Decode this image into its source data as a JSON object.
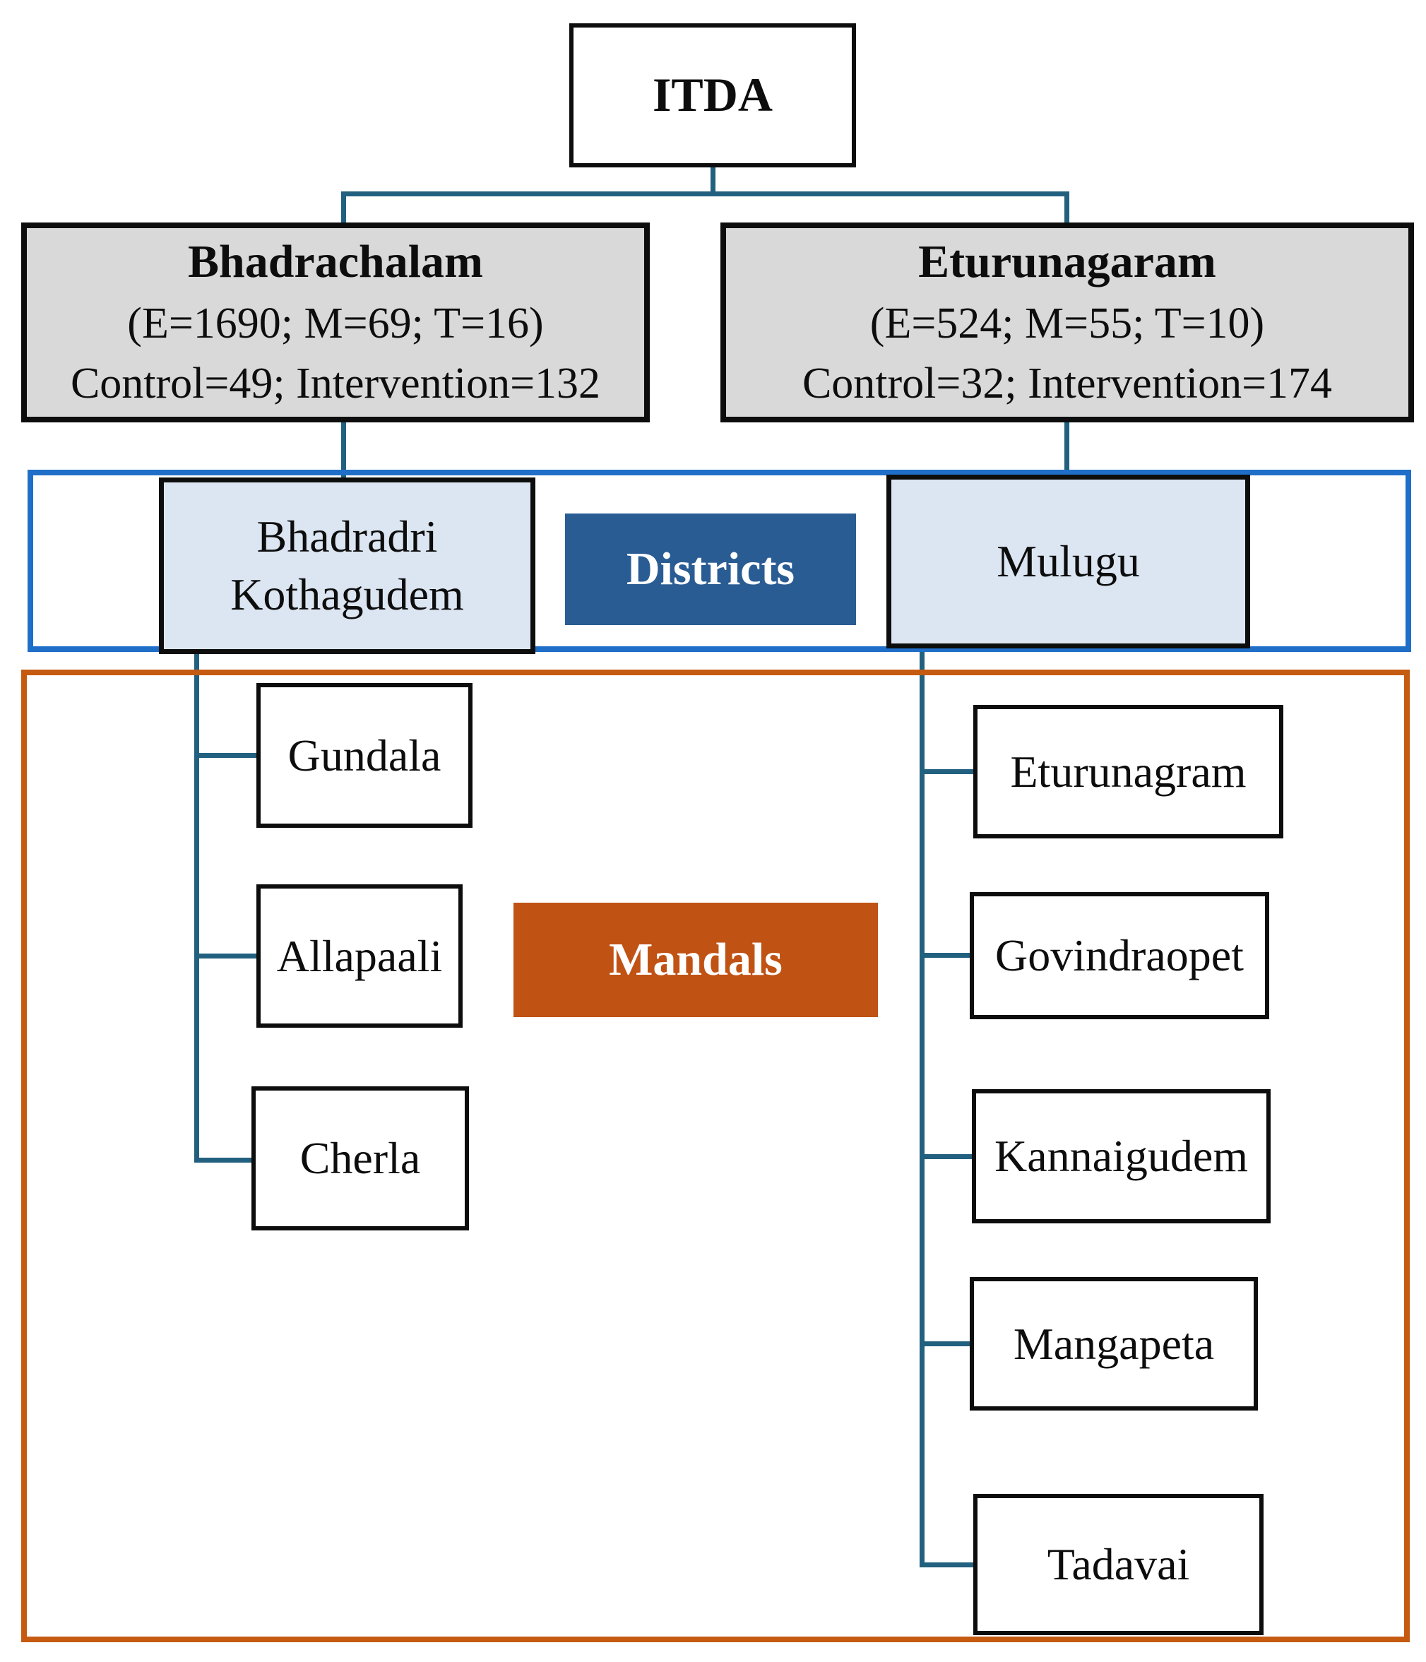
{
  "figure": {
    "root": {
      "label": "ITDA"
    },
    "itda_branches": [
      {
        "name": "Bhadrachalam",
        "enrollment": "(E=1690; M=69; T=16)",
        "allocation": "Control=49; Intervention=132"
      },
      {
        "name": "Eturunagaram",
        "enrollment": "(E=524; M=55; T=10)",
        "allocation": "Control=32; Intervention=174"
      }
    ],
    "districts_band_label": "Districts",
    "districts": [
      {
        "name": "Bhadradri Kothagudem"
      },
      {
        "name": "Mulugu"
      }
    ],
    "mandals_band_label": "Mandals",
    "mandals_left": [
      {
        "name": "Gundala"
      },
      {
        "name": "Allapaali"
      },
      {
        "name": "Cherla"
      }
    ],
    "mandals_right": [
      {
        "name": "Eturunagram"
      },
      {
        "name": "Govindraopet"
      },
      {
        "name": "Kannaigudem"
      },
      {
        "name": "Mangapeta"
      },
      {
        "name": "Tadavai"
      }
    ],
    "colors": {
      "connector": "#21607f",
      "box_border": "#0d0d0d",
      "itda_box_fill": "#d9d9d9",
      "district_box_fill": "#dce6f2",
      "districts_band_border": "#1f6fc8",
      "districts_label_fill": "#2a5c94",
      "mandals_band_border": "#c55a11",
      "mandals_label_fill": "#c05214"
    }
  }
}
